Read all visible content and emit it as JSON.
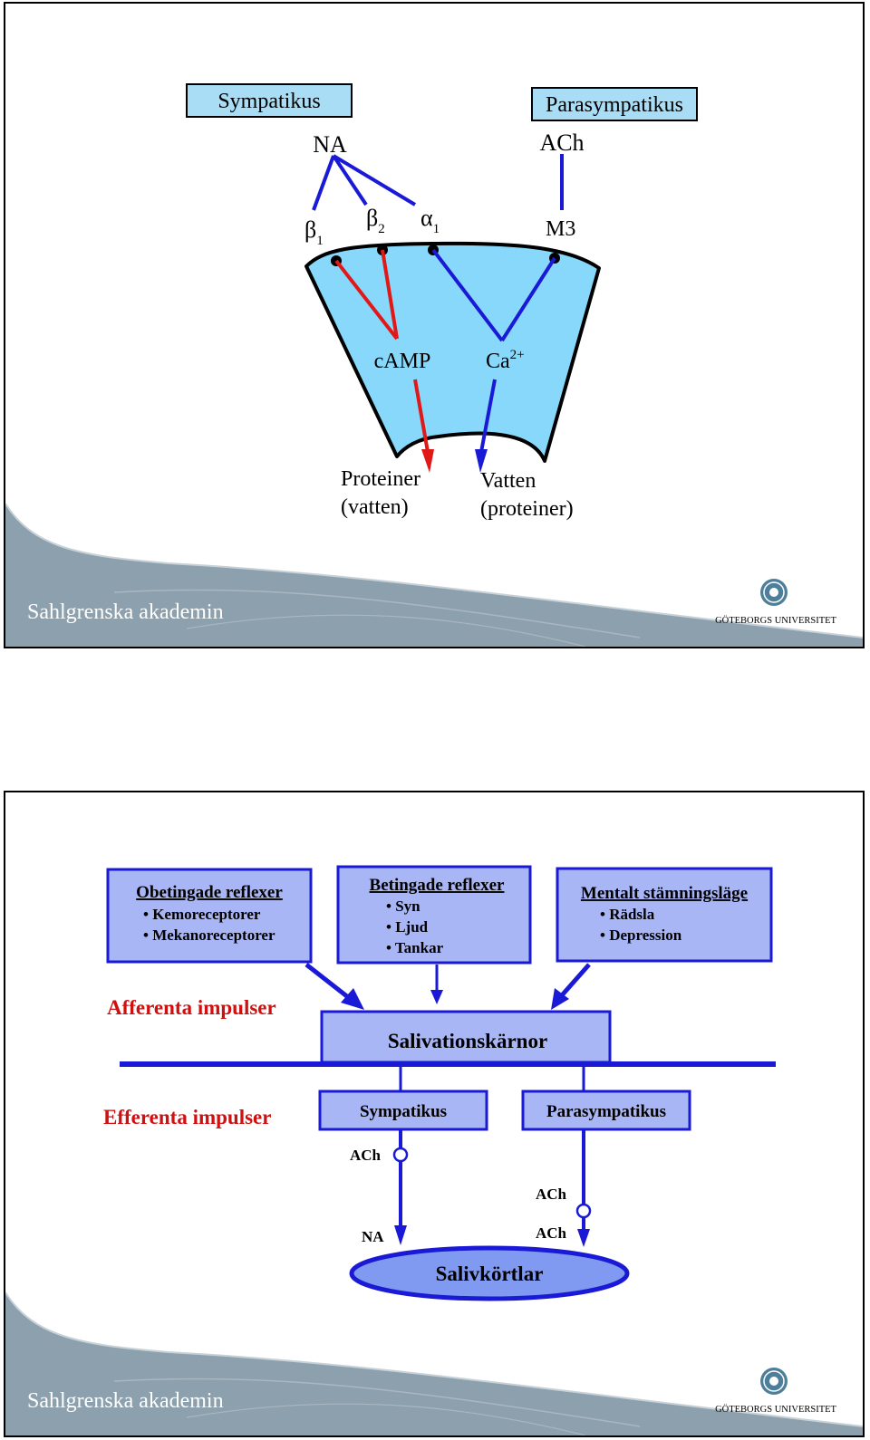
{
  "slide1": {
    "sympatikus_label": "Sympatikus",
    "parasympatikus_label": "Parasympatikus",
    "na_label": "NA",
    "ach_label": "ACh",
    "beta1": "β",
    "beta1_sub": "1",
    "beta2": "β",
    "beta2_sub": "2",
    "alpha1": "α",
    "alpha1_sub": "1",
    "m3_label": "M3",
    "camp_label": "cAMP",
    "ca_label": "Ca",
    "ca_sup": "2+",
    "out_left_line1": "Proteiner",
    "out_left_line2": "(vatten)",
    "out_right_line1": "Vatten",
    "out_right_line2": "(proteiner)"
  },
  "slide2": {
    "box1_title": "Obetingade reflexer",
    "box1_items": [
      "• Kemoreceptorer",
      "• Mekanoreceptorer"
    ],
    "box2_title": "Betingade reflexer",
    "box2_items": [
      "• Syn",
      "• Ljud",
      "• Tankar"
    ],
    "box3_title": "Mentalt stämningsläge",
    "box3_items": [
      "• Rädsla",
      "• Depression"
    ],
    "afferent_label": "Afferenta impulser",
    "efferent_label": "Efferenta impulser",
    "nucleus_label": "Salivationskärnor",
    "symp_label": "Sympatikus",
    "parasymp_label": "Parasympatikus",
    "ach_left": "ACh",
    "ach_right_top": "ACh",
    "na_label": "NA",
    "ach_right_bottom": "ACh",
    "gland_label": "Salivkörtlar"
  },
  "footer": {
    "left_text": "Sahlgrenska akademin",
    "right_text": "GÖTEBORGS UNIVERSITET"
  },
  "colors": {
    "light_blue_box": "#a8ddf5",
    "cell_fill": "#87d8fb",
    "blue_line": "#1a1ad6",
    "red_line": "#e01818",
    "box_fill_2": "#a8b6f5",
    "gland_fill": "#7f9af0",
    "footer_band": "#8da0ae",
    "red_text": "#d01010"
  }
}
